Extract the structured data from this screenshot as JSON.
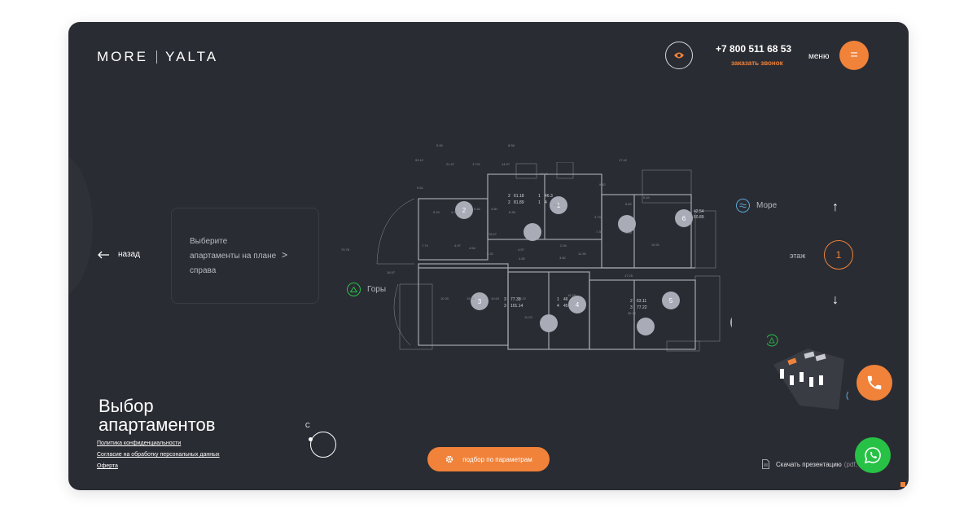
{
  "header": {
    "logo_left": "MORE",
    "logo_right": "YALTA",
    "phone": "+7 800 511 68 53",
    "callback": "заказать звонок",
    "menu_label": "меню",
    "menu_icon": "="
  },
  "nav": {
    "back": "назад",
    "hint": "Выберите апартаменты на плане справа",
    "hint_arrow": ">"
  },
  "orientation": {
    "mountains": "Горы",
    "sea": "Море",
    "compass_letter": "С"
  },
  "floor": {
    "label": "этаж",
    "value": "1",
    "up": "↑",
    "down": "↓"
  },
  "page": {
    "title_line1": "Выбор",
    "title_line2": "апартаментов"
  },
  "links": {
    "privacy": "Политика конфиденциальности",
    "consent": "Согласие на обработку персональных данных",
    "offer": "Оферта"
  },
  "filter_button": "подбор по параметрам",
  "download": {
    "label": "Скачать презентацию",
    "meta": "(pdf, 14.5"
  },
  "plan": {
    "units": [
      {
        "number": "1",
        "rooms": [
          "1",
          "1"
        ],
        "area": [
          "46.3",
          "4"
        ]
      },
      {
        "number": "2",
        "rooms": [
          "2",
          "2"
        ],
        "area": [
          "61.18",
          "81.89"
        ]
      },
      {
        "number": "3",
        "rooms": [
          "3",
          "3"
        ],
        "area": [
          "77.33",
          "101.14"
        ]
      },
      {
        "number": "4",
        "rooms": [
          "1",
          "4"
        ],
        "area": [
          "46",
          "45"
        ]
      },
      {
        "number": "5",
        "rooms": [
          "2",
          "3"
        ],
        "area": [
          "63.11",
          "77.22"
        ]
      },
      {
        "number": "6",
        "rooms": [
          "",
          ""
        ],
        "area": [
          "42.54",
          "60.89"
        ]
      }
    ],
    "room_labels": [
      "5.90",
      "8.58",
      "92.12",
      "21.47",
      "17.01",
      "14.07",
      "17.42",
      "17.42",
      "9.61",
      "5.24",
      "4.37",
      "5.46",
      "4.80",
      "6.38",
      "9.61",
      "9.62",
      "5.64",
      "3.73",
      "5.82",
      "6.69",
      "78.27",
      "7.74",
      "4.97",
      "4.54",
      "4.57",
      "4.50",
      "5.32",
      "2.04",
      "3.82",
      "11.96",
      "7.35",
      "10.91",
      "79.78",
      "16.97",
      "10.30",
      "15.46",
      "10.63",
      "15.22",
      "16.29",
      "17.25",
      "11.03",
      "36.12"
    ]
  },
  "colors": {
    "accent": "#f0823a",
    "background": "#2a2c33",
    "whatsapp": "#27c146",
    "marker": "#a9abb6"
  }
}
